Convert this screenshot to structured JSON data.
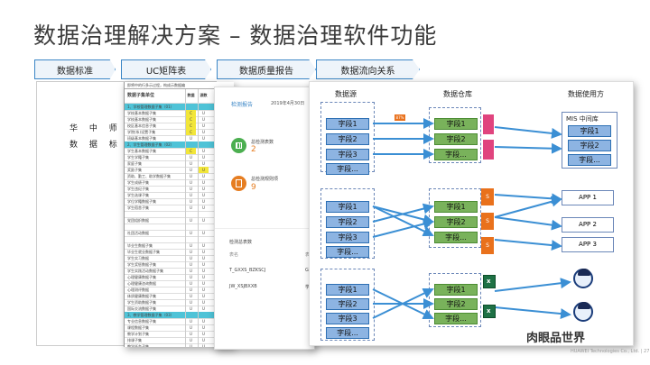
{
  "title": "数据治理解决方案 – 数据治理软件功能",
  "tabs": [
    "数据标准",
    "UC矩阵表",
    "数据质量报告",
    "数据流向关系"
  ],
  "standard_doc": {
    "line1": "华 中 师 范 大",
    "line2": "数 据 标 准 V",
    "sheet_header": "数据子集单位",
    "sheet_top_note": "即将中的行多示过程，构成示数据编",
    "sheet_col1": "数据",
    "sheet_col2": "源数",
    "rows": [
      {
        "label": "1、学校管理数据子集（01）",
        "type": "cyan",
        "c1": "",
        "c2": ""
      },
      {
        "label": "学校基本数据子集",
        "type": "plain",
        "c1": "C",
        "c2": "U",
        "y1": true
      },
      {
        "label": "学校基本数据子集",
        "type": "plain",
        "c1": "C",
        "c2": "U",
        "y1": true
      },
      {
        "label": "校区基本信息子集",
        "type": "plain",
        "c1": "C",
        "c2": "U",
        "y1": true
      },
      {
        "label": "学院(系)设置子集",
        "type": "plain",
        "c1": "C",
        "c2": "U",
        "y1": true
      },
      {
        "label": "班级基本数据子集",
        "type": "plain",
        "c1": "U",
        "c2": "U"
      },
      {
        "label": "2、学生管理数据子集（02）",
        "type": "cyan",
        "c1": "",
        "c2": ""
      },
      {
        "label": "学生基本数据子集",
        "type": "plain",
        "c1": "C",
        "c2": "U",
        "y1": true
      },
      {
        "label": "学生学籍子集",
        "type": "plain",
        "c1": "U",
        "c2": "U"
      },
      {
        "label": "家庭子集",
        "type": "plain",
        "c1": "U",
        "c2": "U"
      },
      {
        "label": "奖励子集",
        "type": "plain",
        "c1": "U",
        "c2": "U",
        "y2": true
      },
      {
        "label": "资助、勤工、助学数据子集",
        "type": "plain",
        "c1": "U",
        "c2": "U"
      },
      {
        "label": "学生成绩子集",
        "type": "plain",
        "c1": "U",
        "c2": "U"
      },
      {
        "label": "学生违纪子集",
        "type": "plain",
        "c1": "U",
        "c2": "U"
      },
      {
        "label": "学生选课子集",
        "type": "plain",
        "c1": "U",
        "c2": "U"
      },
      {
        "label": "学位学籍数据子集",
        "type": "plain",
        "c1": "U",
        "c2": "U"
      },
      {
        "label": "学生宿舍子集",
        "type": "plain",
        "c1": "U",
        "c2": "U"
      },
      {
        "label": "",
        "type": "plain",
        "c1": "",
        "c2": ""
      },
      {
        "label": "党团组织数据",
        "type": "plain",
        "c1": "U",
        "c2": "U"
      },
      {
        "label": "",
        "type": "plain",
        "c1": "",
        "c2": ""
      },
      {
        "label": "社团活动数据",
        "type": "plain",
        "c1": "U",
        "c2": "U"
      },
      {
        "label": "",
        "type": "plain",
        "c1": "",
        "c2": ""
      },
      {
        "label": "毕业生数据子集",
        "type": "plain",
        "c1": "U",
        "c2": "U"
      },
      {
        "label": "毕业生就业数据子集",
        "type": "plain",
        "c1": "U",
        "c2": "U"
      },
      {
        "label": "学生实习数据",
        "type": "plain",
        "c1": "U",
        "c2": "U"
      },
      {
        "label": "学生奖惩数据子集",
        "type": "plain",
        "c1": "U",
        "c2": "U"
      },
      {
        "label": "学生实践活动数据子集",
        "type": "plain",
        "c1": "U",
        "c2": "U"
      },
      {
        "label": "心理健康数据子集",
        "type": "plain",
        "c1": "U",
        "c2": "U"
      },
      {
        "label": "心理健康咨询数据",
        "type": "plain",
        "c1": "U",
        "c2": "U"
      },
      {
        "label": "心理测评数据",
        "type": "plain",
        "c1": "U",
        "c2": "U"
      },
      {
        "label": "体质健康数据子集",
        "type": "plain",
        "c1": "U",
        "c2": "U"
      },
      {
        "label": "学生资助数据子集",
        "type": "plain",
        "c1": "U",
        "c2": "U"
      },
      {
        "label": "国际交流数据子集",
        "type": "plain",
        "c1": "U",
        "c2": "U"
      },
      {
        "label": "3、教学管理数据子集（03）",
        "type": "cyan",
        "c1": "",
        "c2": ""
      },
      {
        "label": "专业信息数据子集",
        "type": "plain",
        "c1": "U",
        "c2": "U"
      },
      {
        "label": "课程数据子集",
        "type": "plain",
        "c1": "U",
        "c2": "U"
      },
      {
        "label": "教学计划子集",
        "type": "plain",
        "c1": "U",
        "c2": "U"
      },
      {
        "label": "排课子集",
        "type": "plain",
        "c1": "U",
        "c2": "U"
      },
      {
        "label": "教学任务子集",
        "type": "plain",
        "c1": "U",
        "c2": "U"
      },
      {
        "label": "考试安排子集",
        "type": "plain",
        "c1": "U",
        "c2": "U"
      }
    ]
  },
  "quality_report": {
    "heading": "检测报告",
    "date": "2019年4月30日",
    "stat1_label": "总检测表数",
    "stat1_value": "2",
    "stat2_label": "总检测规则项",
    "stat2_value": "9",
    "table_title": "检测总表数",
    "col_name": "表名",
    "col_other": "表",
    "rows": [
      {
        "name": "T_GXXS_BZKSCJ",
        "tail": "GI"
      },
      {
        "name": "JW_XSJBXXB",
        "tail": "学"
      }
    ]
  },
  "flow": {
    "col_source": "数据源",
    "col_warehouse": "数据仓库",
    "col_user": "数据使用方",
    "field": "字段1",
    "field2": "字段2",
    "field3": "字段3",
    "field_more": "字段...",
    "percent": "87%",
    "mis_label": "MIS 中间库",
    "apps": [
      "APP 1",
      "APP 2",
      "APP 3"
    ],
    "s_label": "S"
  },
  "watermark": "肉眼品世界",
  "footer": "HUAWEI Technologies Co., Ltd.  |  27",
  "colors": {
    "tab_border": "#3b86c6",
    "field_blue": "#8db4e2",
    "field_green": "#79b25b",
    "cyan_row": "#4fc3d7",
    "arrow": "#3b8fd4"
  }
}
